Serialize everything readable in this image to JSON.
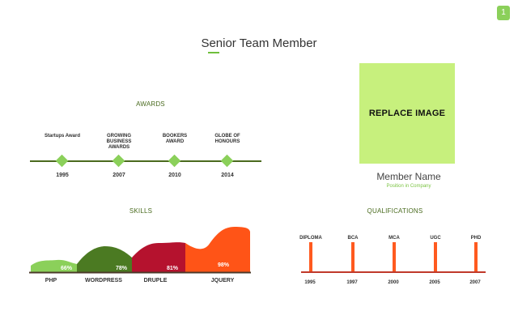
{
  "page_number": "1",
  "title": "Senior Team Member",
  "awards": {
    "heading": "AWARDS",
    "items": [
      {
        "label": "Startups Award",
        "year": "1995"
      },
      {
        "label": "GROWING BUSINESS AWARDS",
        "year": "2007"
      },
      {
        "label": "BOOKERS AWARD",
        "year": "2010"
      },
      {
        "label": "GLOBE OF HONOURS",
        "year": "2014"
      }
    ]
  },
  "profile": {
    "image_placeholder": "REPLACE IMAGE",
    "name": "Member Name",
    "position": "Position in Company"
  },
  "skills": {
    "heading": "SKILLS",
    "items": [
      {
        "name": "PHP",
        "percent_label": "66%",
        "value": 66,
        "color": "#8bd05a"
      },
      {
        "name": "WORDPRESS",
        "percent_label": "78%",
        "value": 78,
        "color": "#4b7a22"
      },
      {
        "name": "DRUPLE",
        "percent_label": "81%",
        "value": 81,
        "color": "#b5122e"
      },
      {
        "name": "JQUERY",
        "percent_label": "98%",
        "value": 98,
        "color": "#ff5417"
      }
    ]
  },
  "qualifications": {
    "heading": "QUALIFICATIONS",
    "items": [
      {
        "label": "DIPLOMA",
        "year": "1995"
      },
      {
        "label": "BCA",
        "year": "1997"
      },
      {
        "label": "MCA",
        "year": "2000"
      },
      {
        "label": "UGC",
        "year": "2005"
      },
      {
        "label": "PHD",
        "year": "2007"
      }
    ]
  },
  "colors": {
    "accent_green": "#8bd05a",
    "dark_green": "#4b6a1e",
    "orange": "#ff5417",
    "crimson": "#b5122e"
  }
}
